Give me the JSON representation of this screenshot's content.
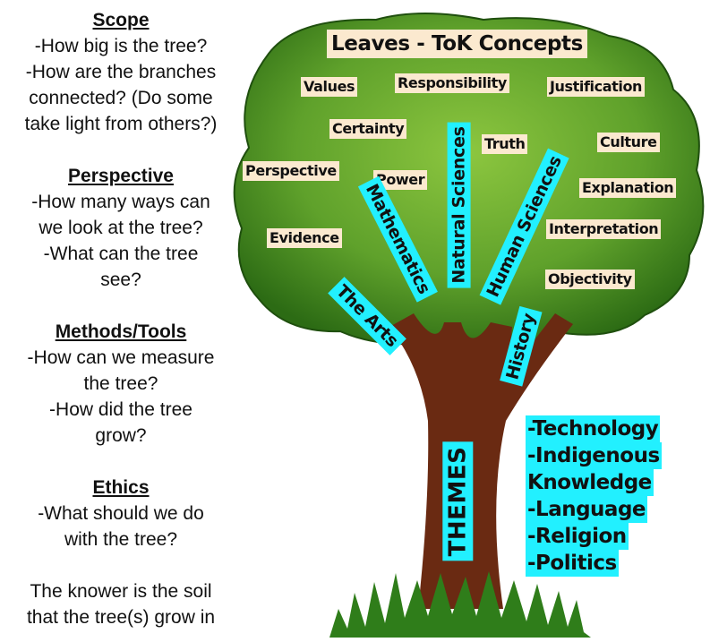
{
  "left_column": [
    {
      "heading": "Scope",
      "lines": [
        "-How big is the tree?",
        "-How are the branches",
        "connected? (Do some",
        "take light from others?)"
      ]
    },
    {
      "heading": "Perspective",
      "lines": [
        "-How many ways can",
        "we look at the tree?",
        "-What can the tree",
        "see?"
      ]
    },
    {
      "heading": "Methods/Tools",
      "lines": [
        "-How can we measure",
        "the tree?",
        "-How did the tree",
        "grow?"
      ]
    },
    {
      "heading": "Ethics",
      "lines": [
        "-What should we do",
        "with the tree?"
      ]
    },
    {
      "heading": "",
      "lines": [
        "The knower is the soil",
        "that the tree(s) grow in"
      ]
    }
  ],
  "canopy_title": "Leaves - ToK Concepts",
  "concepts": {
    "values": "Values",
    "responsibility": "Responsibility",
    "justification": "Justification",
    "certainty": "Certainty",
    "truth": "Truth",
    "culture": "Culture",
    "perspective": "Perspective",
    "power": "Power",
    "explanation": "Explanation",
    "evidence": "Evidence",
    "interpretation": "Interpretation",
    "objectivity": "Objectivity"
  },
  "branches": {
    "mathematics": "Mathematics",
    "natural_sciences": "Natural Sciences",
    "human_sciences": "Human Sciences",
    "the_arts": "The Arts",
    "history": "History"
  },
  "trunk_label": "THEMES",
  "themes": [
    "-Technology",
    "-Indigenous",
    "Knowledge",
    "-Language",
    "-Religion",
    "-Politics"
  ],
  "colors": {
    "canopy_dark": "#2c6b14",
    "canopy_light": "#86c43c",
    "trunk": "#6a2a12",
    "grass": "#2f7d1a",
    "label_bg": "#fbe9cf",
    "highlight": "#22f0ff"
  }
}
